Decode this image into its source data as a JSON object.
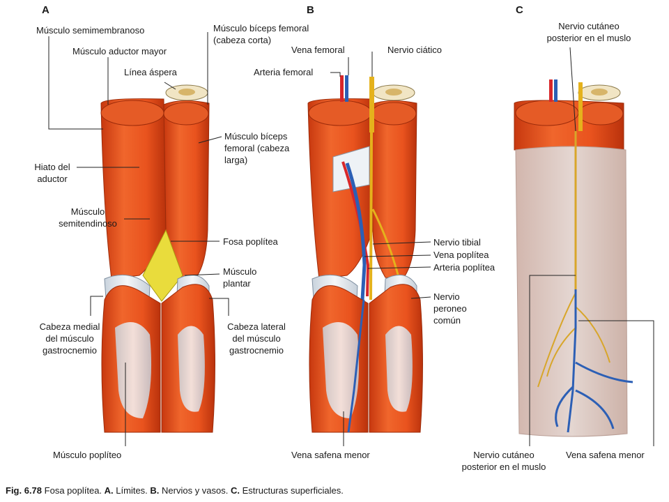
{
  "panels": {
    "a": "A",
    "b": "B",
    "c": "C"
  },
  "labels_a": {
    "semimembranoso": "Músculo semimembranoso",
    "aductor_mayor": "Músculo aductor mayor",
    "linea_aspera": "Línea áspera",
    "biceps_corta_1": "Músculo bíceps femoral",
    "biceps_corta_2": "(cabeza corta)",
    "biceps_larga_1": "Músculo bíceps",
    "biceps_larga_2": "femoral (cabeza",
    "biceps_larga_3": "larga)",
    "hiato_1": "Hiato del",
    "hiato_2": "aductor",
    "semitend_1": "Músculo",
    "semitend_2": "semitendinoso",
    "fosa": "Fosa poplítea",
    "plantar_1": "Músculo",
    "plantar_2": "plantar",
    "gastro_med_1": "Cabeza medial",
    "gastro_med_2": "del músculo",
    "gastro_med_3": "gastrocnemio",
    "gastro_lat_1": "Cabeza lateral",
    "gastro_lat_2": "del músculo",
    "gastro_lat_3": "gastrocnemio",
    "popliteo": "Músculo poplíteo"
  },
  "labels_b": {
    "vena_femoral": "Vena femoral",
    "nervio_ciatico": "Nervio ciático",
    "arteria_femoral": "Arteria femoral",
    "nervio_tibial": "Nervio tibial",
    "vena_poplitea": "Vena poplítea",
    "arteria_poplitea": "Arteria poplítea",
    "peroneo_1": "Nervio",
    "peroneo_2": "peroneo",
    "peroneo_3": "común",
    "safena": "Vena safena menor"
  },
  "labels_c": {
    "cutaneo_top_1": "Nervio cutáneo",
    "cutaneo_top_2": "posterior en el muslo",
    "cutaneo_bot_1": "Nervio cutáneo",
    "cutaneo_bot_2": "posterior en el muslo",
    "safena": "Vena safena menor"
  },
  "caption": {
    "fig": "Fig. 6.78",
    "text1": " Fosa poplítea. ",
    "a": "A.",
    "text2": " Límites. ",
    "b": "B.",
    "text3": " Nervios y vasos. ",
    "c": "C.",
    "text4": " Estructuras superficiales."
  },
  "colors": {
    "muscle": "#e8501e",
    "muscle_dark": "#c43a12",
    "tendon": "#e6ecf2",
    "fossa": "#e9dc3c",
    "vein": "#2c5fb5",
    "artery": "#d8272a",
    "nerve": "#e5b21c",
    "fascia": "#d9c7c0"
  }
}
